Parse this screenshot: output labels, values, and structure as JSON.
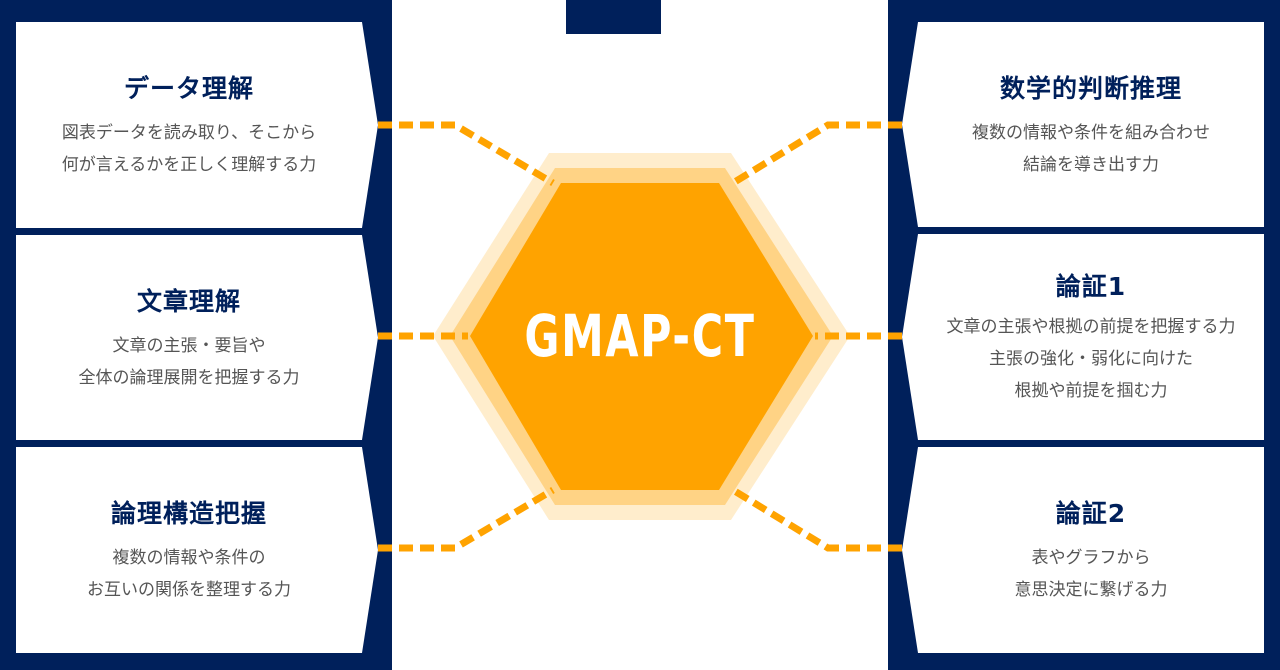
{
  "center": {
    "label": "GMAP-CT",
    "color": "#ffa300"
  },
  "colors": {
    "navy": "#00205b",
    "orange": "#ffa300",
    "title": "#00205b",
    "body": "#555555"
  },
  "left_cards": [
    {
      "title": "データ理解",
      "lines": [
        "図表データを読み取り、そこから",
        "何が言えるかを正しく理解する力"
      ]
    },
    {
      "title": "文章理解",
      "lines": [
        "文章の主張・要旨や",
        "全体の論理展開を把握する力"
      ]
    },
    {
      "title": "論理構造把握",
      "lines": [
        "複数の情報や条件の",
        "お互いの関係を整理する力"
      ]
    }
  ],
  "right_cards": [
    {
      "title": "数学的判断推理",
      "lines": [
        "複数の情報や条件を組み合わせ",
        "結論を導き出す力"
      ]
    },
    {
      "title": "論証1",
      "lines": [
        "文章の主張や根拠の前提を把握する力",
        "主張の強化・弱化に向けた",
        "根拠や前提を掴む力"
      ]
    },
    {
      "title": "論証2",
      "lines": [
        "表やグラフから",
        "意思決定に繋げる力"
      ]
    }
  ]
}
